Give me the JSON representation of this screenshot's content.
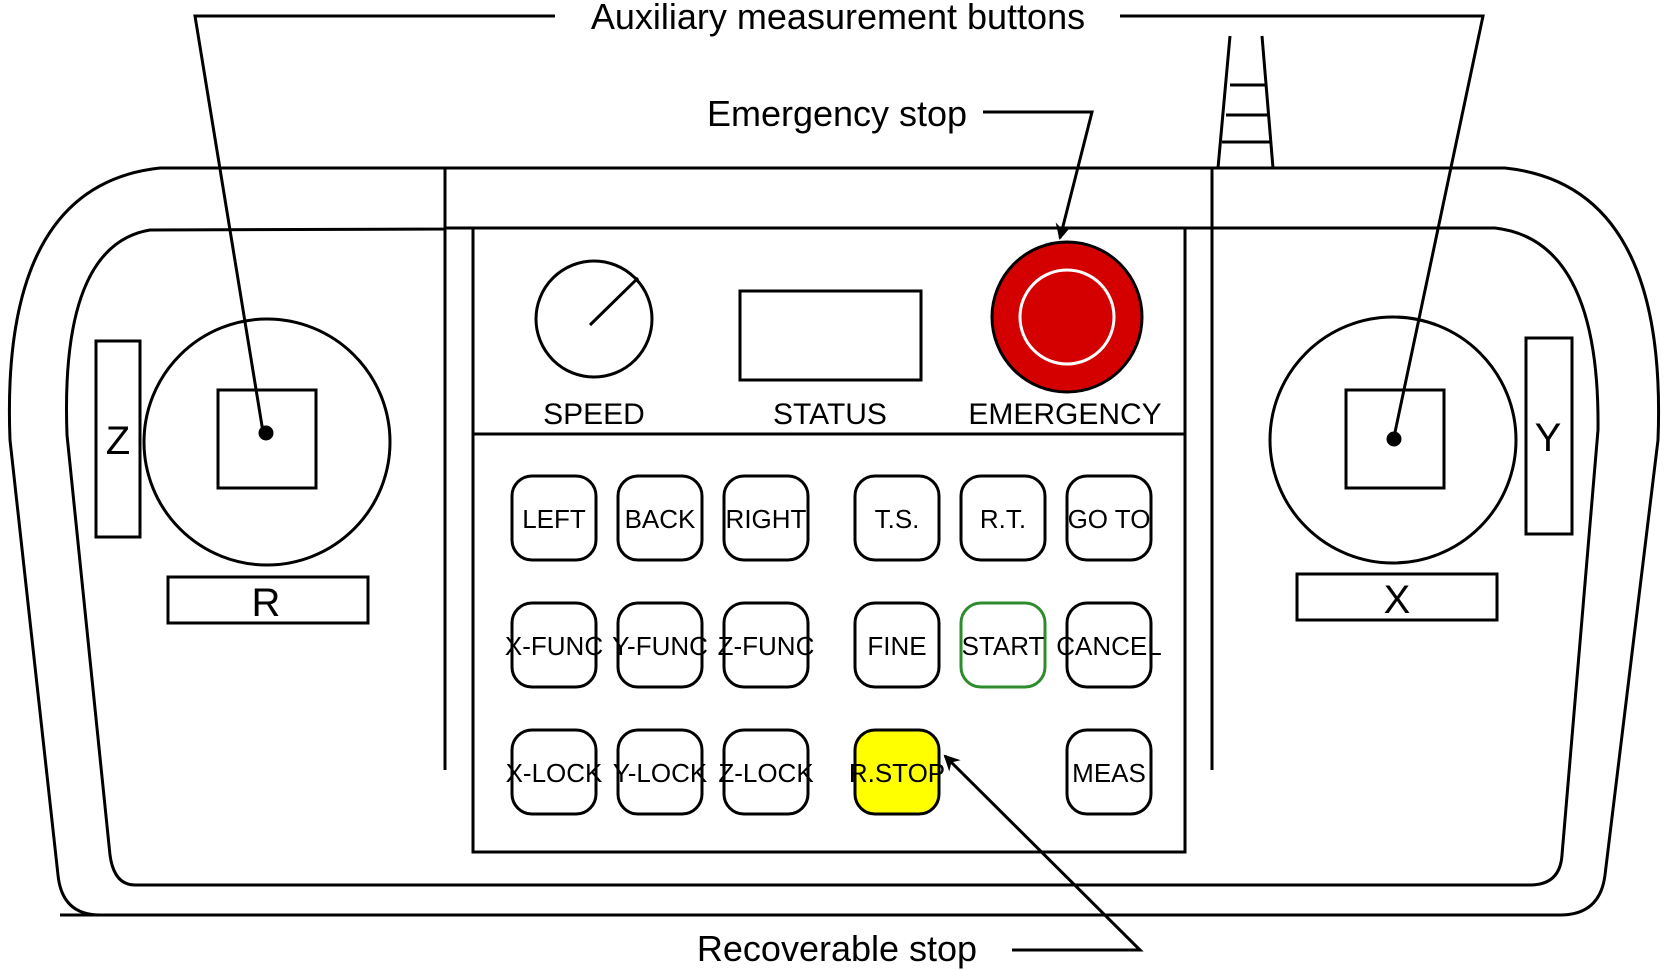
{
  "callouts": {
    "auxiliary": "Auxiliary measurement buttons",
    "emergency": "Emergency stop",
    "recoverable": "Recoverable stop"
  },
  "display": {
    "speed": "SPEED",
    "status": "STATUS",
    "emergency": "EMERGENCY"
  },
  "joysticks": {
    "left_side": "Z",
    "left_bottom": "R",
    "right_side": "Y",
    "right_bottom": "X"
  },
  "buttons": {
    "left": "LEFT",
    "back": "BACK",
    "right": "RIGHT",
    "ts": "T.S.",
    "rt": "R.T.",
    "goto": "GO TO",
    "xfunc": "X-FUNC",
    "yfunc": "Y-FUNC",
    "zfunc": "Z-FUNC",
    "fine": "FINE",
    "start": "START",
    "cancel": "CANCEL",
    "xlock": "X-LOCK",
    "ylock": "Y-LOCK",
    "zlock": "Z-LOCK",
    "rstop": "R.STOP",
    "meas": "MEAS"
  },
  "colors": {
    "emergency_fill": "#d40000",
    "rstop_fill": "#ffff00",
    "start_border": "#2e8b2e"
  }
}
